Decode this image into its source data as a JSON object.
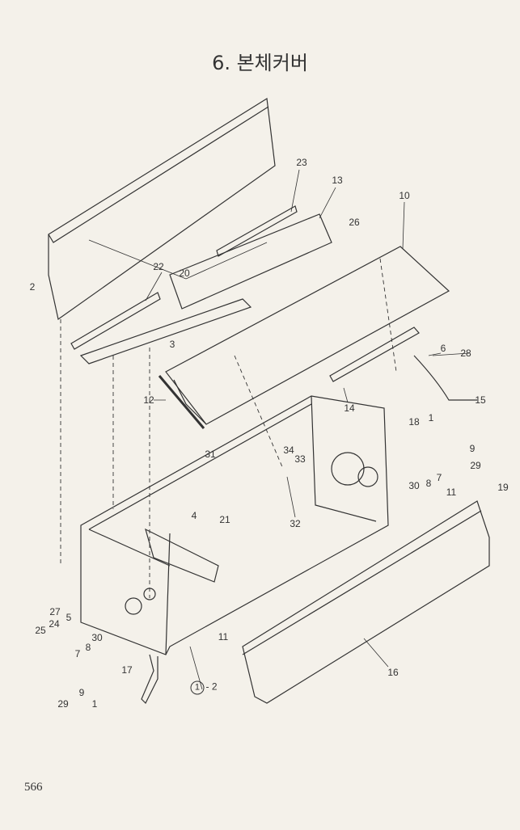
{
  "title": "6. 본체커버",
  "page_number": "566",
  "callouts": [
    {
      "id": "23",
      "text": "23"
    },
    {
      "id": "13",
      "text": "13"
    },
    {
      "id": "10",
      "text": "10"
    },
    {
      "id": "26",
      "text": "26"
    },
    {
      "id": "2",
      "text": "2"
    },
    {
      "id": "22",
      "text": "22"
    },
    {
      "id": "20",
      "text": "20"
    },
    {
      "id": "3",
      "text": "3"
    },
    {
      "id": "6",
      "text": "6"
    },
    {
      "id": "28",
      "text": "28"
    },
    {
      "id": "12",
      "text": "12"
    },
    {
      "id": "15",
      "text": "15"
    },
    {
      "id": "14",
      "text": "14"
    },
    {
      "id": "1a",
      "text": "1"
    },
    {
      "id": "18",
      "text": "18"
    },
    {
      "id": "9a",
      "text": "9"
    },
    {
      "id": "31",
      "text": "31"
    },
    {
      "id": "34",
      "text": "34"
    },
    {
      "id": "33",
      "text": "33"
    },
    {
      "id": "29a",
      "text": "29"
    },
    {
      "id": "30a",
      "text": "30"
    },
    {
      "id": "8a",
      "text": "8"
    },
    {
      "id": "7a",
      "text": "7"
    },
    {
      "id": "11a",
      "text": "11"
    },
    {
      "id": "19",
      "text": "19"
    },
    {
      "id": "4",
      "text": "4"
    },
    {
      "id": "21",
      "text": "21"
    },
    {
      "id": "32",
      "text": "32"
    },
    {
      "id": "27",
      "text": "27"
    },
    {
      "id": "5",
      "text": "5"
    },
    {
      "id": "24",
      "text": "24"
    },
    {
      "id": "25",
      "text": "25"
    },
    {
      "id": "30b",
      "text": "30"
    },
    {
      "id": "8b",
      "text": "8"
    },
    {
      "id": "7b",
      "text": "7"
    },
    {
      "id": "11b",
      "text": "11"
    },
    {
      "id": "17",
      "text": "17"
    },
    {
      "id": "16",
      "text": "16"
    },
    {
      "id": "9b",
      "text": "9"
    },
    {
      "id": "29b",
      "text": "29"
    },
    {
      "id": "1b",
      "text": "1"
    }
  ],
  "assembly_ref": {
    "circled": "1",
    "suffix": "- 2"
  }
}
